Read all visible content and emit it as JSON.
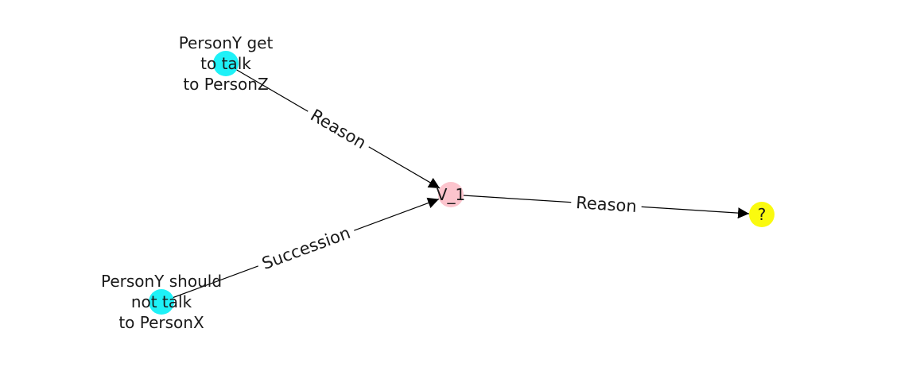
{
  "diagram": {
    "nodes": [
      {
        "id": "n1",
        "lines": [
          "PersonY get",
          "to talk",
          "to PersonZ"
        ],
        "color": "#1ef1f7"
      },
      {
        "id": "n2",
        "lines": [
          "PersonY should",
          "not talk",
          "to PersonX"
        ],
        "color": "#1ef1f7"
      },
      {
        "id": "v1",
        "lines": [
          "V_1"
        ],
        "color": "#fcc4cd"
      },
      {
        "id": "q",
        "lines": [
          "?"
        ],
        "color": "#fafa0f"
      }
    ],
    "edges": [
      {
        "from": "n1",
        "to": "v1",
        "label": "Reason"
      },
      {
        "from": "n2",
        "to": "v1",
        "label": "Succession"
      },
      {
        "from": "v1",
        "to": "q",
        "label": "Reason"
      }
    ]
  }
}
